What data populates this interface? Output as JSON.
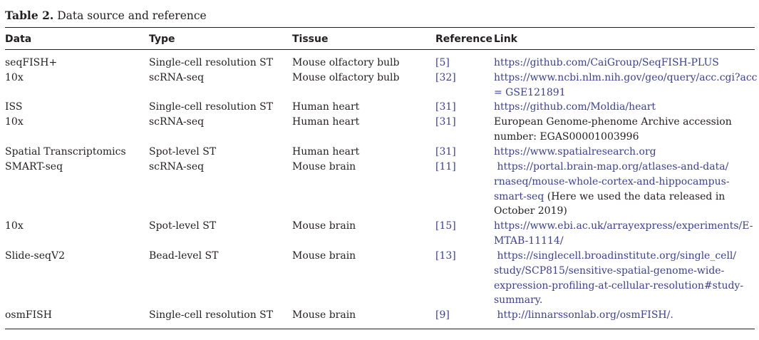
{
  "caption": {
    "label": "Table 2.",
    "text": "Data source and reference"
  },
  "headers": {
    "data": "Data",
    "type": "Type",
    "tissue": "Tissue",
    "reference": "Reference",
    "link": "Link"
  },
  "rows": [
    {
      "data": "seqFISH+",
      "type": "Single-cell resolution ST",
      "tissue": "Mouse olfactory bulb",
      "reference": "[5]",
      "link": [
        "https://github.com/CaiGroup/SeqFISH-PLUS"
      ]
    },
    {
      "data": "10x",
      "type": "scRNA-seq",
      "tissue": "Mouse olfactory bulb",
      "reference": "[32]",
      "link": [
        "https://www.ncbi.nlm.nih.gov/geo/query/acc.cgi?acc",
        "= GSE121891"
      ]
    },
    {
      "data": "ISS",
      "type": "Single-cell resolution ST",
      "tissue": "Human heart",
      "reference": "[31]",
      "link": [
        "https://github.com/Moldia/heart"
      ]
    },
    {
      "data": "10x",
      "type": "scRNA-seq",
      "tissue": "Human heart",
      "reference": "[31]",
      "link": [
        "European Genome-phenome Archive accession",
        "number: EGAS00001003996"
      ]
    },
    {
      "data": "Spatial Transcriptomics",
      "type": "Spot-level ST",
      "tissue": "Human heart",
      "reference": "[31]",
      "link": [
        "https://www.spatialresearch.org"
      ]
    },
    {
      "data": "SMART-seq",
      "type": "scRNA-seq",
      "tissue": "Mouse brain",
      "reference": "[11]",
      "link": [
        " https://portal.brain-map.org/atlases-and-data/",
        "rnaseq/mouse-whole-cortex-and-hippocampus-",
        "smart-seq",
        " (Here we used the data released in",
        "October 2019)"
      ]
    },
    {
      "data": "10x",
      "type": "Spot-level ST",
      "tissue": "Mouse brain",
      "reference": "[15]",
      "link": [
        "https://www.ebi.ac.uk/arrayexpress/experiments/E-",
        "MTAB-11114/"
      ]
    },
    {
      "data": "Slide-seqV2",
      "type": "Bead-level ST",
      "tissue": "Mouse brain",
      "reference": "[13]",
      "link": [
        " https://singlecell.broadinstitute.org/single_cell/",
        "study/SCP815/sensitive-spatial-genome-wide-",
        "expression-profiling-at-cellular-resolution#study-",
        "summary."
      ]
    },
    {
      "data": "osmFISH",
      "type": "Single-cell resolution ST",
      "tissue": "Mouse brain",
      "reference": "[9]",
      "link": [
        " http://linnarssonlab.org/osmFISH/."
      ]
    }
  ]
}
